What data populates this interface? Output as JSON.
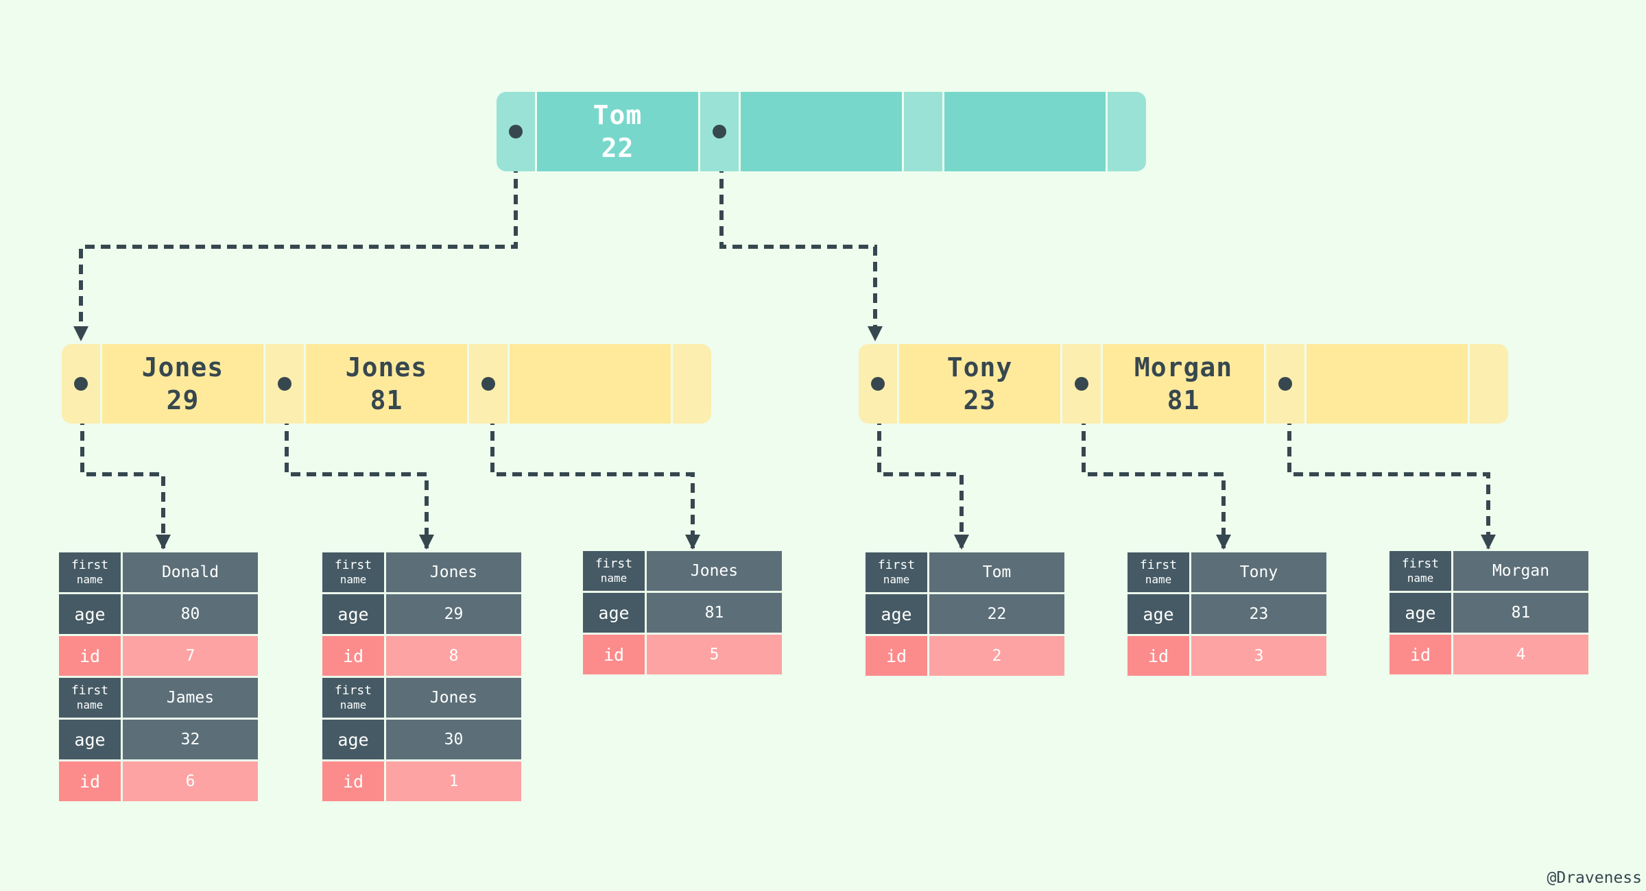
{
  "root": {
    "keys": [
      {
        "name": "Tom",
        "value": "22"
      }
    ]
  },
  "inner_left": {
    "keys": [
      {
        "name": "Jones",
        "value": "29"
      },
      {
        "name": "Jones",
        "value": "81"
      }
    ]
  },
  "inner_right": {
    "keys": [
      {
        "name": "Tony",
        "value": "23"
      },
      {
        "name": "Morgan",
        "value": "81"
      }
    ]
  },
  "labels": {
    "first": "first",
    "name": "name",
    "age": "age",
    "id": "id"
  },
  "leaves": [
    {
      "records": [
        {
          "first_name": "Donald",
          "age": "80",
          "id": "7"
        },
        {
          "first_name": "James",
          "age": "32",
          "id": "6"
        }
      ]
    },
    {
      "records": [
        {
          "first_name": "Jones",
          "age": "29",
          "id": "8"
        },
        {
          "first_name": "Jones",
          "age": "30",
          "id": "1"
        }
      ]
    },
    {
      "records": [
        {
          "first_name": "Jones",
          "age": "81",
          "id": "5"
        }
      ]
    },
    {
      "records": [
        {
          "first_name": "Tom",
          "age": "22",
          "id": "2"
        }
      ]
    },
    {
      "records": [
        {
          "first_name": "Tony",
          "age": "23",
          "id": "3"
        }
      ]
    },
    {
      "records": [
        {
          "first_name": "Morgan",
          "age": "81",
          "id": "4"
        }
      ]
    }
  ],
  "credit": "@Draveness",
  "colors": {
    "background": "#EEFDEE",
    "root_key": "#78D7CB",
    "root_pointer": "#9AE2D6",
    "inner_key": "#FFEA9C",
    "inner_pointer": "#FCEEAF",
    "connector": "#37474F",
    "record_dark": "#455A64",
    "record_id": "#FC8C8C"
  }
}
